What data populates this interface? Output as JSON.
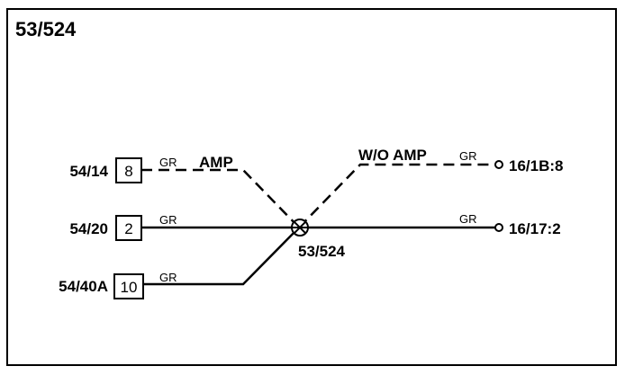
{
  "diagram": {
    "title": "53/524",
    "splice_label": "53/524",
    "wires": [
      {
        "from_connector": "54/14",
        "pin": "8",
        "color": "GR",
        "path_label": "AMP"
      },
      {
        "from_connector": "54/20",
        "pin": "2",
        "color": "GR"
      },
      {
        "from_connector": "54/40A",
        "pin": "10",
        "color": "GR"
      }
    ],
    "outputs": [
      {
        "to_connector": "16/1B:8",
        "color": "GR",
        "path_label": "W/O AMP"
      },
      {
        "to_connector": "16/17:2",
        "color": "GR"
      }
    ]
  }
}
